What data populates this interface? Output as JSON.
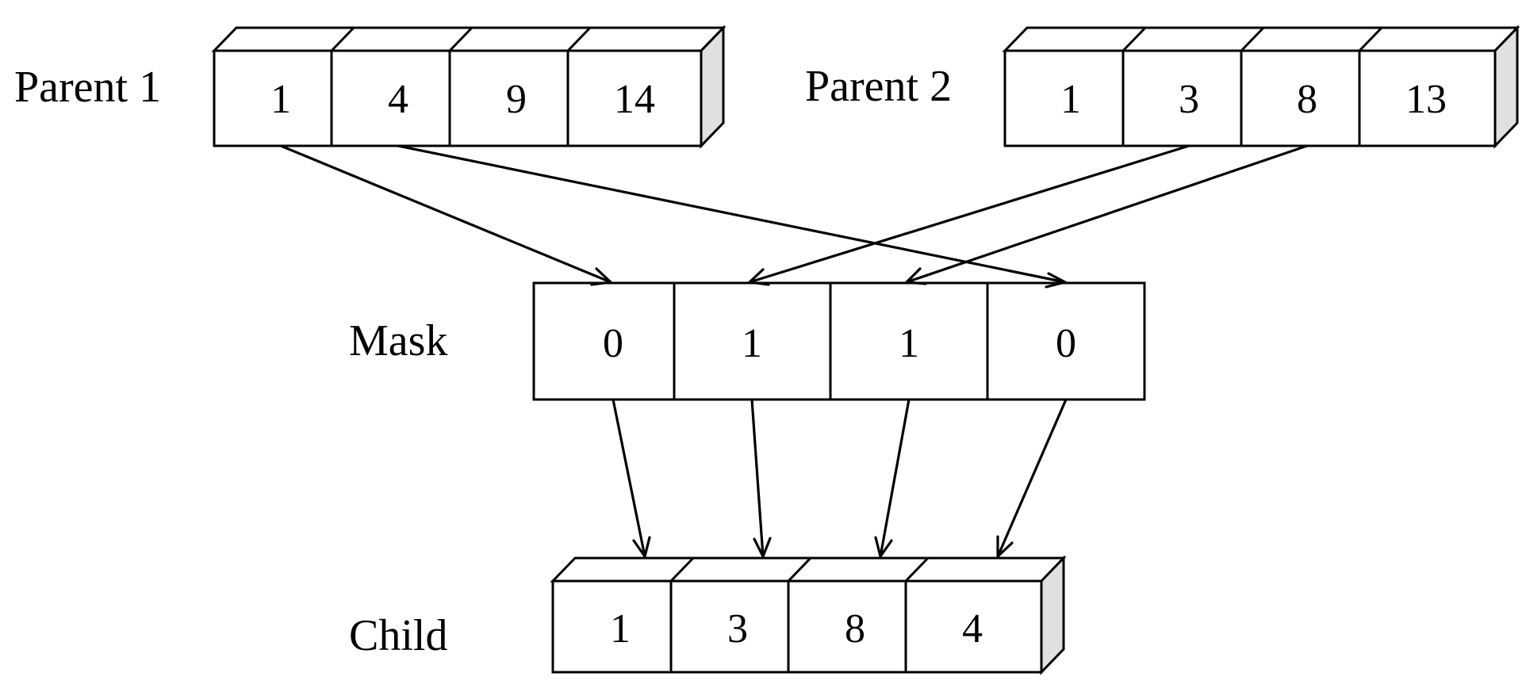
{
  "parent1": {
    "label": "Parent 1",
    "values": [
      "1",
      "4",
      "9",
      "14"
    ]
  },
  "parent2": {
    "label": "Parent 2",
    "values": [
      "1",
      "3",
      "8",
      "13"
    ]
  },
  "mask": {
    "label": "Mask",
    "values": [
      "0",
      "1",
      "1",
      "0"
    ]
  },
  "child": {
    "label": "Child",
    "values": [
      "1",
      "3",
      "8",
      "4"
    ]
  }
}
